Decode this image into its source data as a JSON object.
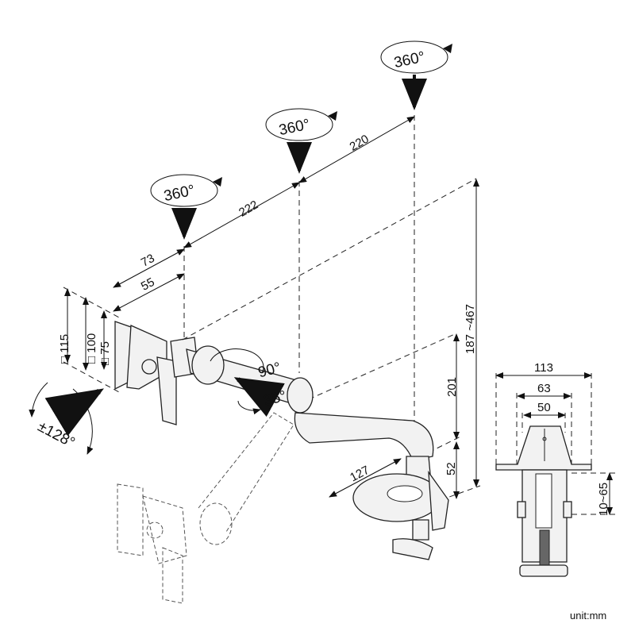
{
  "rotation_labels": [
    "360°",
    "360°",
    "360°"
  ],
  "arm_lengths": {
    "segment_1": "222",
    "segment_2": "220"
  },
  "head_offsets": {
    "outer": "73",
    "inner": "55"
  },
  "vesa": {
    "large": "□ 115",
    "medium": "□ 100",
    "small": "□ 75"
  },
  "tilt": "±128°",
  "swivel": {
    "upper": "90°",
    "lower": "35°"
  },
  "heights": {
    "total": "187 ~467",
    "upper": "201",
    "lower": "52"
  },
  "base_reach": "127",
  "clamp": {
    "outer_width": "113",
    "mid_width": "63",
    "inner_width": "50",
    "desk_thickness": "10~65"
  },
  "unit": "unit:mm"
}
